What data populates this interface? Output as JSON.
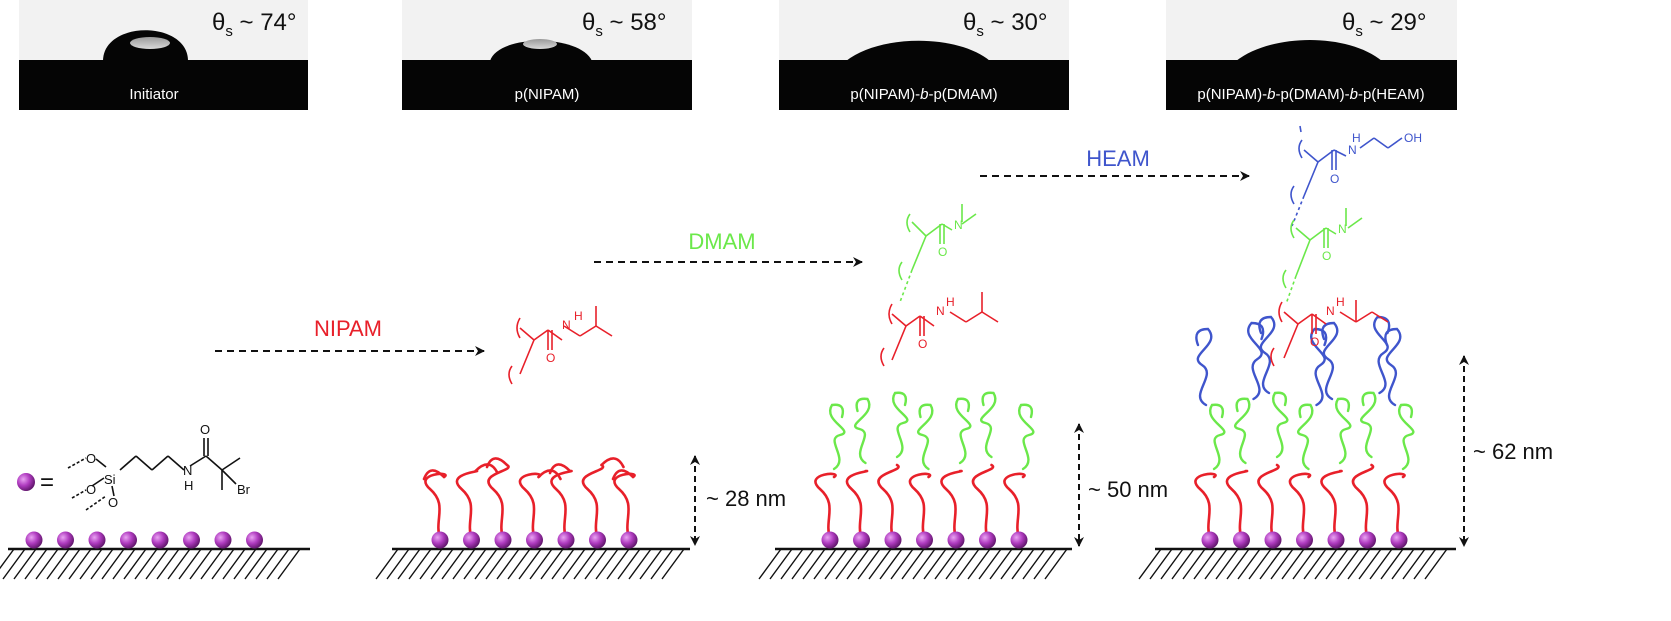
{
  "colors": {
    "nipam": "#e8202a",
    "dmam": "#6be84a",
    "heam": "#3f55cc",
    "initiator_bead": "#b03cc0",
    "ink": "#111111",
    "photo_bg": "#f2f2f2",
    "photo_dark": "#050505"
  },
  "contact_angles": [
    {
      "theta_symbol": "θ",
      "subscript": "s",
      "value": " ~ 74°",
      "label": "Initiator",
      "label_parts": [
        "Initiator"
      ]
    },
    {
      "theta_symbol": "θ",
      "subscript": "s",
      "value": " ~ 58°",
      "label": "p(NIPAM)",
      "label_parts": [
        "p(NIPAM)"
      ]
    },
    {
      "theta_symbol": "θ",
      "subscript": "s",
      "value": " ~ 30°",
      "label": "p(NIPAM)-b-p(DMAM)",
      "label_parts": [
        "p(NIPAM)-",
        "b",
        "-p(DMAM)"
      ]
    },
    {
      "theta_symbol": "θ",
      "subscript": "s",
      "value": " ~ 29°",
      "label": "p(NIPAM)-b-p(DMAM)-b-p(HEAM)",
      "label_parts": [
        "p(NIPAM)-",
        "b",
        "-p(DMAM)-",
        "b",
        "-p(HEAM)"
      ]
    }
  ],
  "steps": [
    {
      "monomer": "NIPAM",
      "color_key": "nipam"
    },
    {
      "monomer": "DMAM",
      "color_key": "dmam"
    },
    {
      "monomer": "HEAM",
      "color_key": "heam"
    }
  ],
  "thickness_labels": [
    "~ 28 nm",
    "~ 50 nm",
    "~ 62 nm"
  ],
  "initiator": {
    "equals": "=",
    "atoms": {
      "o1": "O",
      "si": "Si",
      "o2": "O",
      "o3": "O",
      "n": "N",
      "h": "H",
      "o4": "O",
      "br": "Br"
    }
  },
  "structures": {
    "nipam_unit": {
      "nh": "N",
      "h": "H",
      "o": "O"
    },
    "dmam_unit": {
      "n": "N",
      "o": "O"
    },
    "heam_unit": {
      "nh": "N",
      "h": "H",
      "o": "O",
      "oh": "OH"
    }
  }
}
